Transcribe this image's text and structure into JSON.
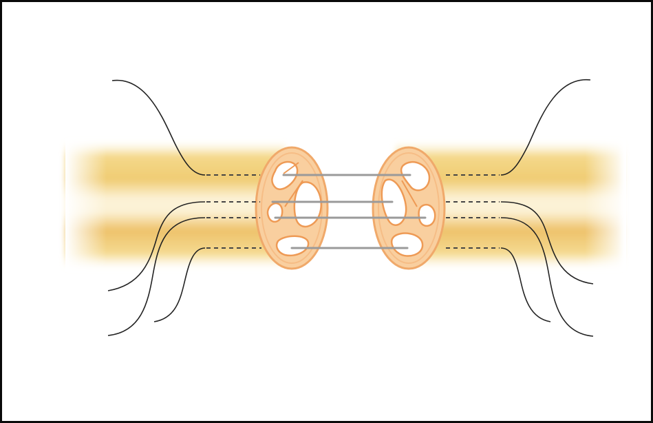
{
  "figure": {
    "subject": "nerve-repair-fascicle-alignment",
    "labels": [],
    "colors": {
      "frame": "#0a0a0a",
      "background": "#ffffff",
      "nerve_trunk_light": "#fdf3cf",
      "nerve_trunk_mid": "#f6dc8e",
      "nerve_trunk_dark": "#eec26a",
      "epineurium": "#f2b27a",
      "epineurium_fill": "#f9cf9f",
      "fascicle_fill": "#ffffff",
      "suture_line": "#9a9a9a",
      "leader_line": "#222222"
    },
    "icons": [
      "left-nerve-stump",
      "right-nerve-stump",
      "fascicle-cross-section",
      "suture-line",
      "leader-line"
    ]
  }
}
